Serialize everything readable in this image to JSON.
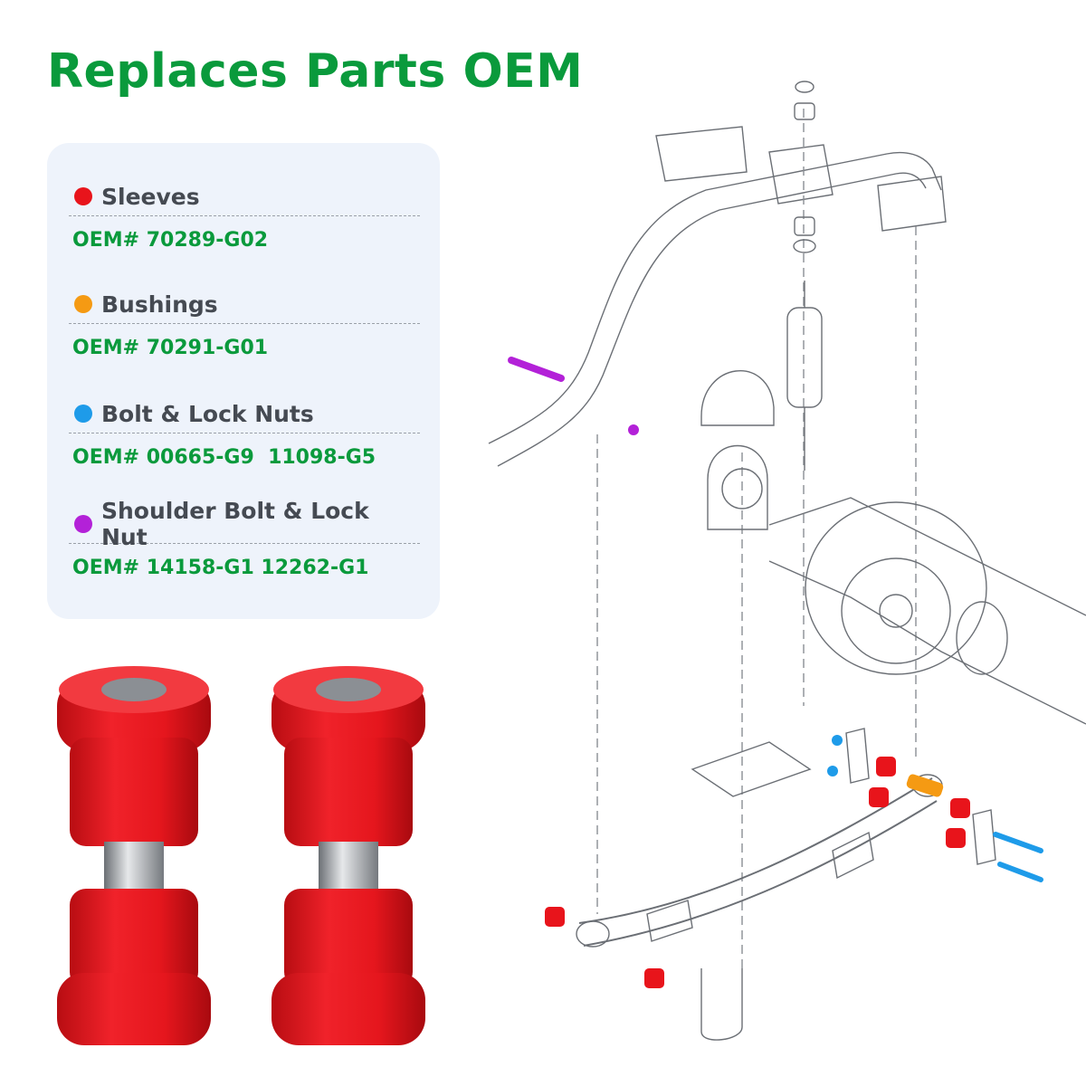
{
  "title": "Replaces Parts OEM",
  "colors": {
    "brand_green": "#0a9a3c",
    "sleeves": "#e8141b",
    "bushings": "#f59a13",
    "bolt": "#1e9be9",
    "shoulder_bolt": "#b321d8"
  },
  "parts": [
    {
      "label": "Sleeves",
      "oem": "OEM# 70289-G02",
      "color": "#e8141b"
    },
    {
      "label": "Bushings",
      "oem": "OEM# 70291-G01",
      "color": "#f59a13"
    },
    {
      "label": "Bolt & Lock Nuts",
      "oem": "OEM# 00665-G9  11098-G5",
      "color": "#1e9be9"
    },
    {
      "label": "Shoulder Bolt & Lock Nut",
      "oem": "OEM# 14158-G1 12262-G1",
      "color": "#b321d8"
    }
  ]
}
